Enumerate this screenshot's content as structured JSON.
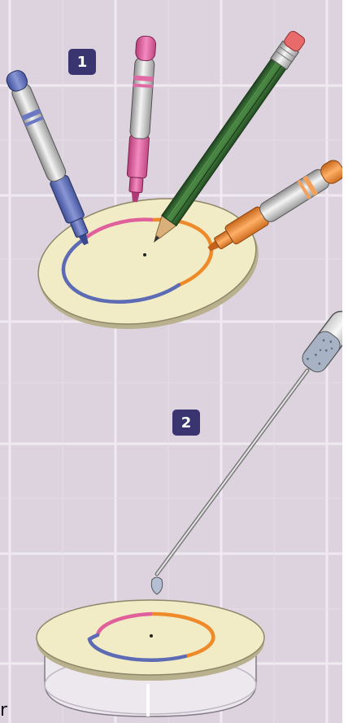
{
  "steps": [
    {
      "label": "1"
    },
    {
      "label": "2"
    }
  ],
  "edge_text": "r",
  "colors": {
    "background": "#ddd3df",
    "grid_line": "#efe9f0",
    "paper": "#f1ebc6",
    "badge": "#3a3470",
    "pen_blue": "#5c6bb4",
    "pen_pink": "#e0609c",
    "pencil_green": "#2f5e2c",
    "pen_orange": "#ef8a2a"
  },
  "icons": [
    "blue-pen-icon",
    "pink-pen-icon",
    "green-pencil-icon",
    "orange-pen-icon",
    "dropper-icon",
    "petri-dish-icon"
  ]
}
